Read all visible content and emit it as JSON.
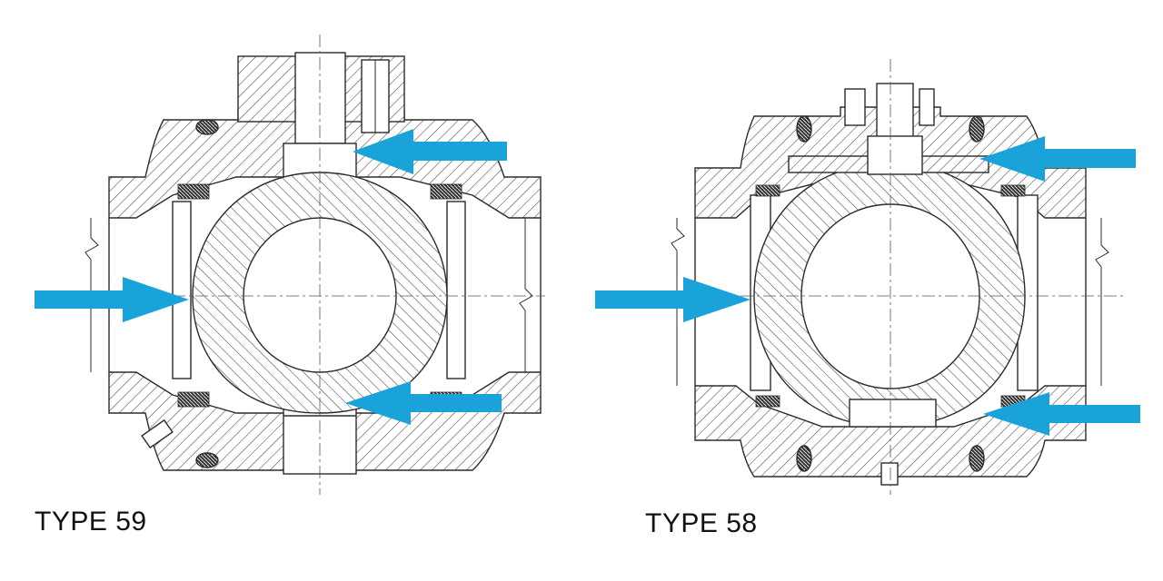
{
  "figures": [
    {
      "id": "type-59",
      "caption": "TYPE 59"
    },
    {
      "id": "type-58",
      "caption": "TYPE 58"
    }
  ],
  "colors": {
    "arrow": "#1aa3d9",
    "line": "#2b2b2b",
    "hatch": "#444444",
    "seal": "#333333",
    "background": "#ffffff"
  },
  "icons": {
    "flow-arrow": "arrow-left",
    "inlet-arrow": "arrow-right"
  }
}
